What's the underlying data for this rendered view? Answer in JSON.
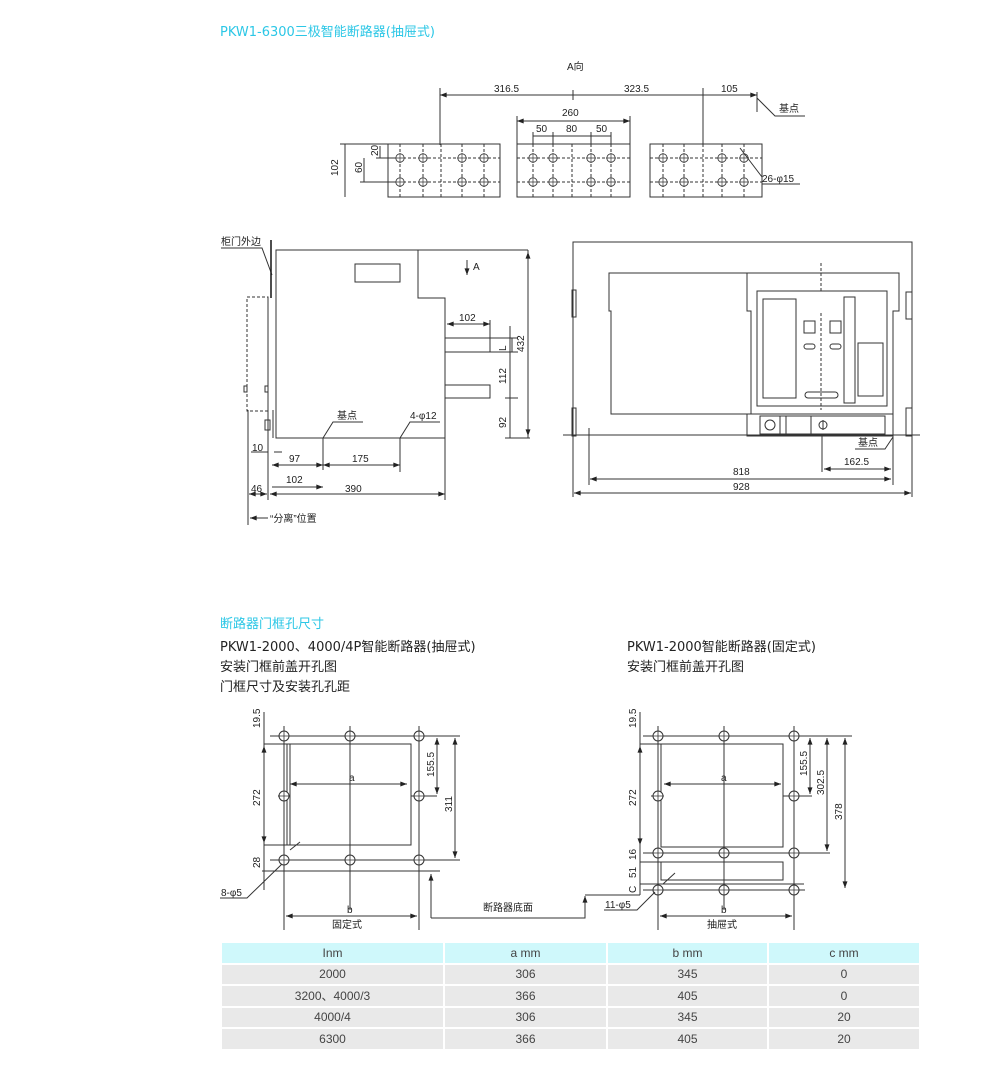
{
  "section1": {
    "title": "PKW1-6300三极智能断路器(抽屉式)",
    "a_view": {
      "label": "A向",
      "dims": [
        "316.5",
        "323.5",
        "105",
        "260",
        "50",
        "80",
        "50",
        "102",
        "60",
        "20"
      ],
      "base_point": "基点",
      "holes": "26-φ15"
    },
    "side_view": {
      "door_edge": "柜门外边",
      "arrow_a": "A",
      "dims": {
        "d102_top": "102",
        "L": "L",
        "d112": "112",
        "d92": "92",
        "d432": "432",
        "d10": "10",
        "d97": "97",
        "d175": "175",
        "d102_bot": "102",
        "d46": "46",
        "d390": "390"
      },
      "base_point": "基点",
      "holes": "4-φ12",
      "position": "“分离”位置"
    },
    "front_view": {
      "base_point": "基点",
      "dims": {
        "d162": "162.5",
        "d818": "818",
        "d928": "928"
      }
    }
  },
  "section2": {
    "title": "断路器门框孔尺寸",
    "left": {
      "title": "PKW1-2000、4000/4P智能断路器(抽屉式)",
      "line2": "安装门框前盖开孔图",
      "line3": "门框尺寸及安装孔孔距",
      "dims": {
        "d195": "19.5",
        "d272": "272",
        "d28": "28",
        "d155": "155.5",
        "d311": "311",
        "a": "a",
        "b": "b"
      },
      "holes": "8-φ5",
      "caption": "固定式",
      "bottom_label": "断路器底面"
    },
    "right": {
      "title": "PKW1-2000智能断路器(固定式)",
      "line2": "安装门框前盖开孔图",
      "dims": {
        "d195": "19.5",
        "d272": "272",
        "d16": "16",
        "d51": "51",
        "c": "C",
        "d155": "155.5",
        "d302": "302.5",
        "d378": "378",
        "a": "a",
        "b": "b"
      },
      "holes": "11-φ5",
      "caption": "抽屉式"
    }
  },
  "table": {
    "headers": [
      "Inm",
      "a mm",
      "b mm",
      "c mm"
    ],
    "rows": [
      [
        "2000",
        "306",
        "345",
        "0"
      ],
      [
        "3200、4000/3",
        "366",
        "405",
        "0"
      ],
      [
        "4000/4",
        "306",
        "345",
        "20"
      ],
      [
        "6300",
        "366",
        "405",
        "20"
      ]
    ]
  },
  "colors": {
    "accent": "#2cc7e6",
    "table_header": "#cff8fb",
    "table_row": "#e9e9e9"
  }
}
